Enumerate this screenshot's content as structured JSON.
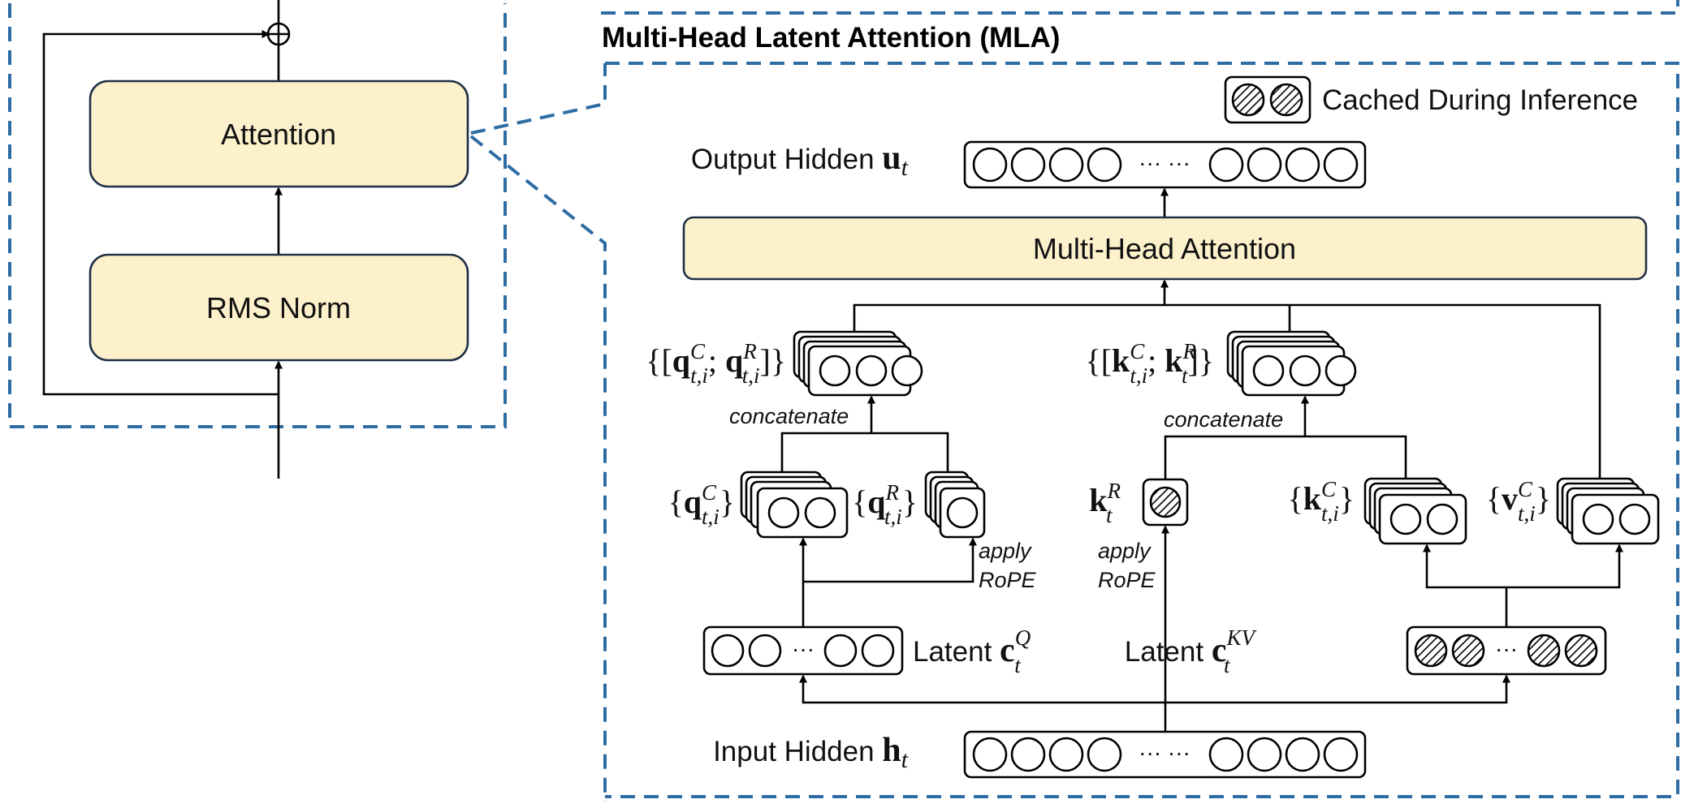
{
  "left_block": {
    "attention_label": "Attention",
    "norm_label": "RMS Norm"
  },
  "mla": {
    "title": "Multi-Head Latent Attention (MLA)",
    "legend_label": "Cached During Inference",
    "output_label": "Output Hidden",
    "output_symbol": "u",
    "output_sub": "t",
    "mha_label": "Multi-Head Attention",
    "q_concat": {
      "pre": "{[",
      "sym1": "q",
      "sup1": "C",
      "sub1": "t,i",
      "mid": "; ",
      "sym2": "q",
      "sup2": "R",
      "sub2": "t,i",
      "post": "]}"
    },
    "k_concat": {
      "pre": "{[",
      "sym1": "k",
      "sup1": "C",
      "sub1": "t,i",
      "mid": "; ",
      "sym2": "k",
      "sup2": "R",
      "sub2": "t",
      "post": "]}"
    },
    "concatenate_q": "concatenate",
    "concatenate_k": "concatenate",
    "qc": {
      "sym": "q",
      "sup": "C",
      "sub": "t,i"
    },
    "qr": {
      "sym": "q",
      "sup": "R",
      "sub": "t,i"
    },
    "kr": {
      "sym": "k",
      "sup": "R",
      "sub": "t"
    },
    "kc": {
      "sym": "k",
      "sup": "C",
      "sub": "t,i"
    },
    "vc": {
      "sym": "v",
      "sup": "C",
      "sub": "t,i"
    },
    "apply_q": "apply",
    "rope_q": "RoPE",
    "apply_k": "apply",
    "rope_k": "RoPE",
    "latent_q": {
      "word": "Latent",
      "sym": "c",
      "sup": "Q",
      "sub": "t"
    },
    "latent_kv": {
      "word": "Latent",
      "sym": "c",
      "sup": "KV",
      "sub": "t"
    },
    "input_label": "Input Hidden",
    "input_symbol": "h",
    "input_sub": "t",
    "ellipsis_wide": "··· ···",
    "ellipsis": "···",
    "plus_symbol": "⊕"
  }
}
